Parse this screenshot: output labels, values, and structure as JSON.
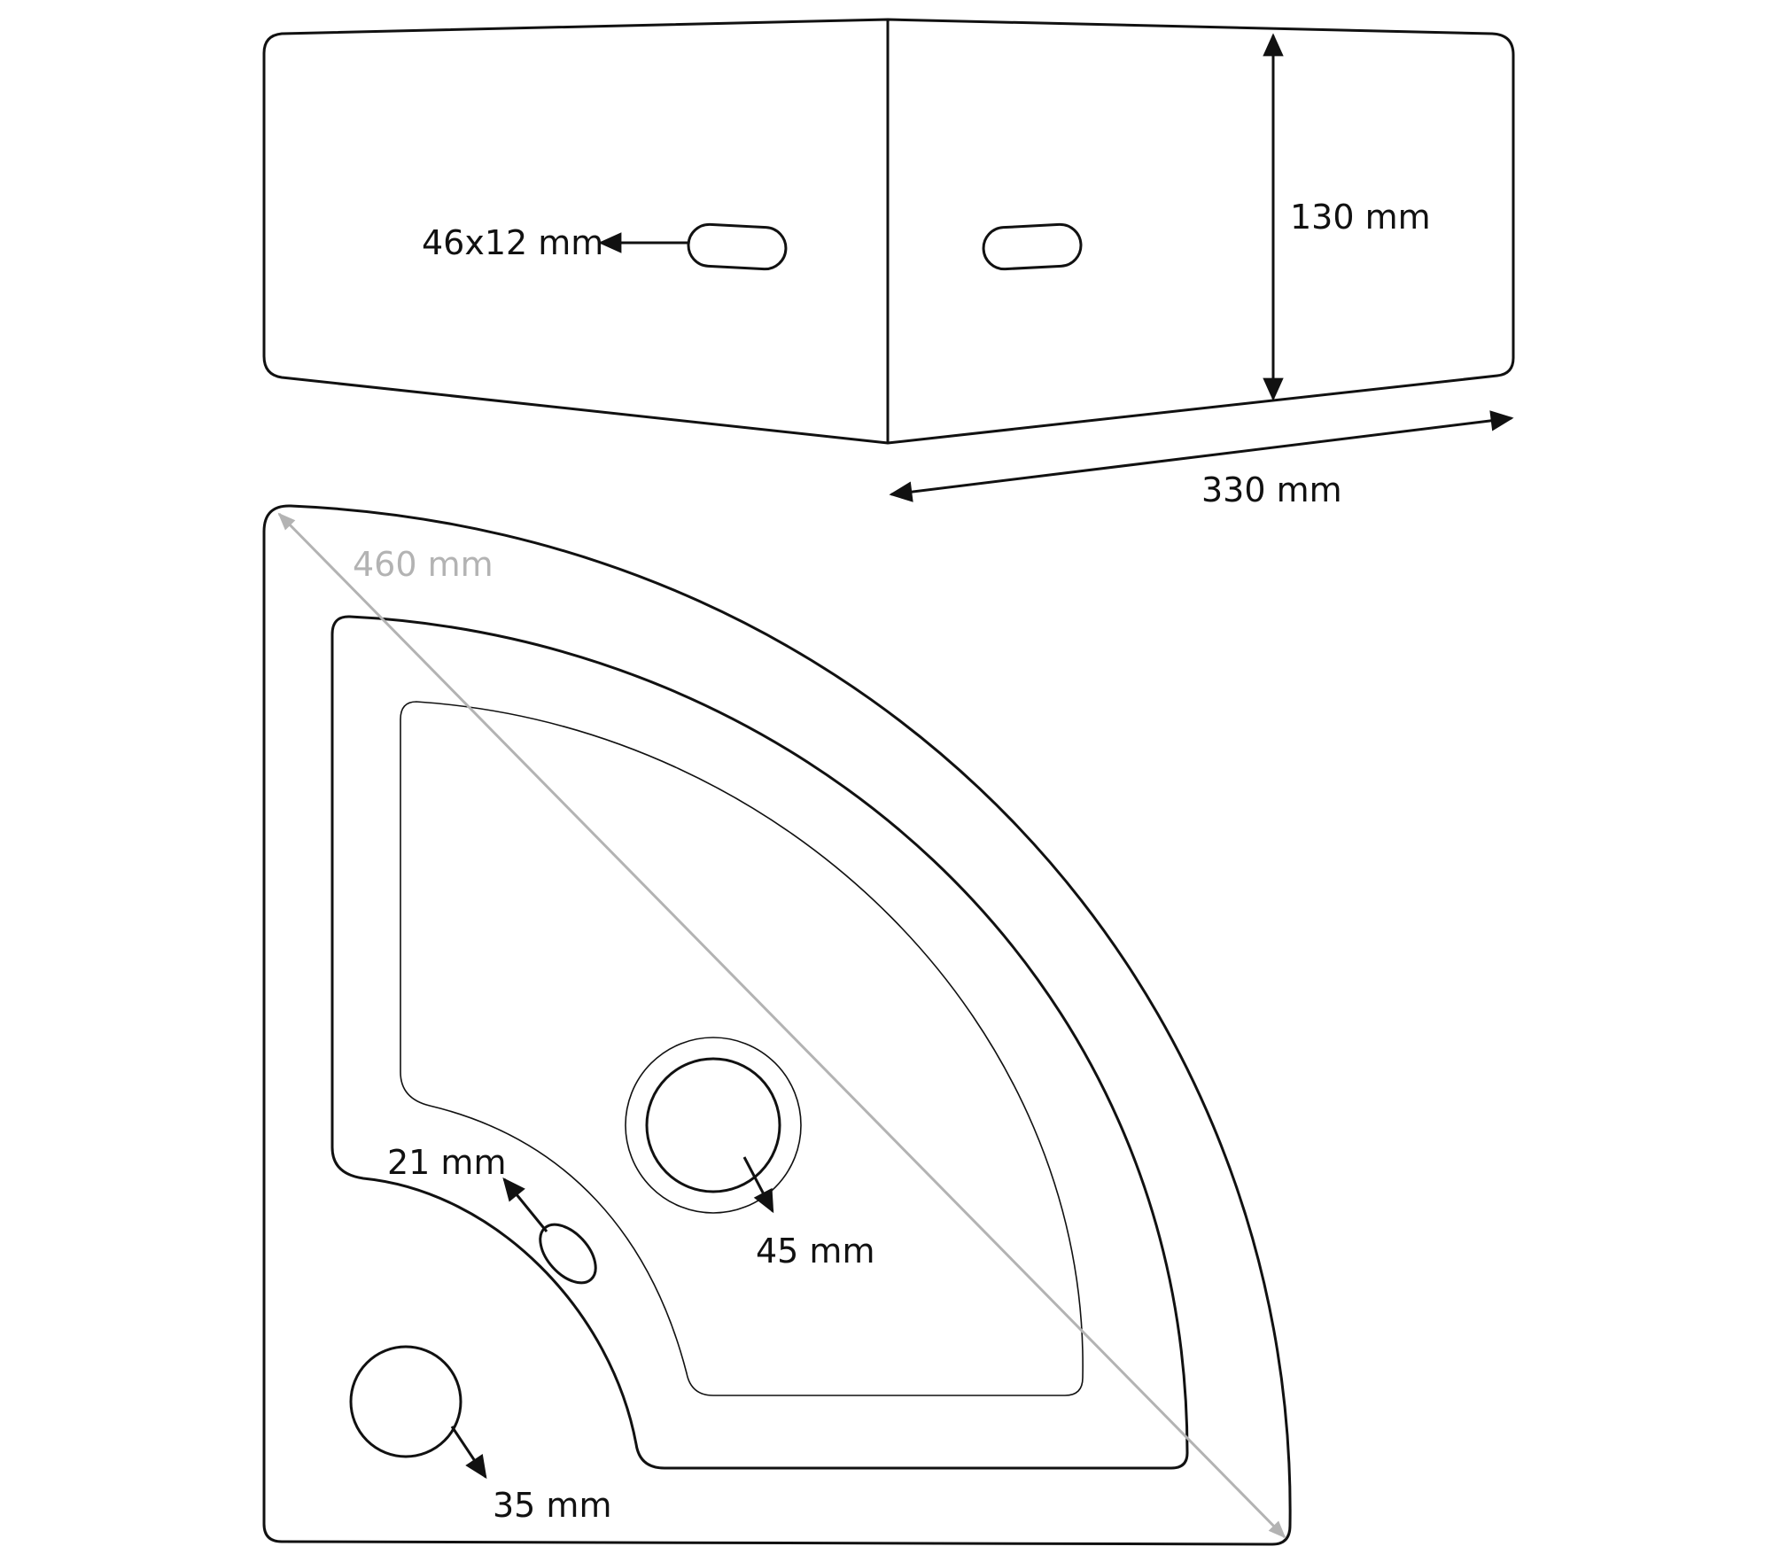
{
  "colors": {
    "outline": "#111111",
    "dimension_grey": "#b3b3b3",
    "background": "#ffffff"
  },
  "side_view": {
    "overflow_slot_label": "46x12 mm",
    "height_label": "130 mm",
    "width_label": "330 mm"
  },
  "top_view": {
    "diagonal_label": "460 mm",
    "overflow_hole_label": "21 mm",
    "drain_label": "45 mm",
    "tap_hole_label": "35 mm"
  }
}
